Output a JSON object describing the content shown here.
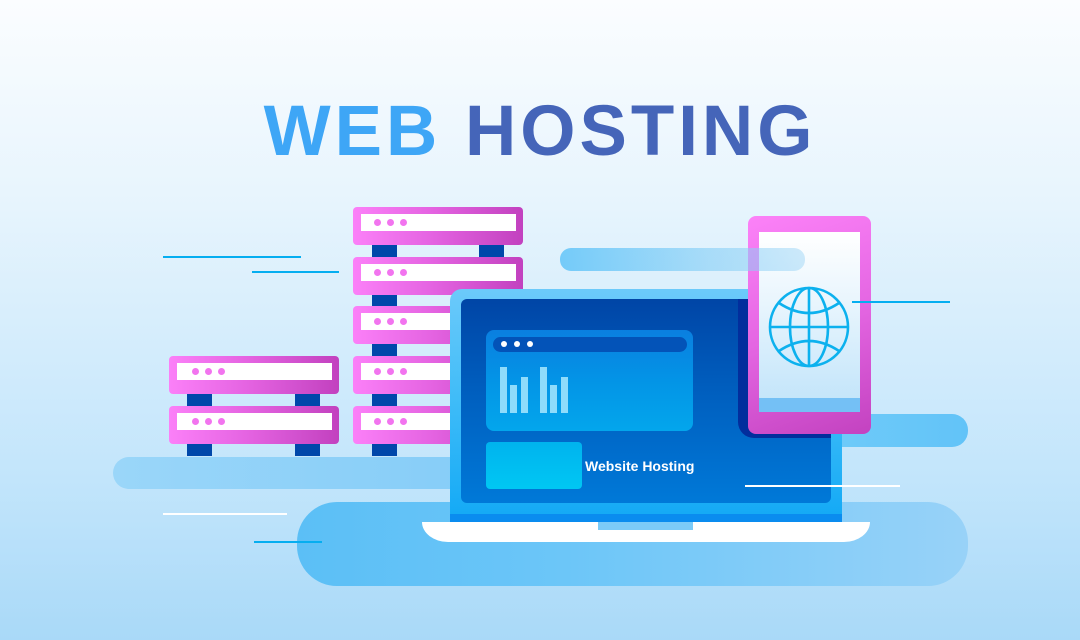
{
  "hero": {
    "title_part1": "WEB",
    "title_part2": "HOSTING"
  },
  "laptop": {
    "label": "Website Hosting",
    "browser_dots": 3,
    "chart_bars": [
      46,
      28,
      36,
      46,
      28,
      36
    ]
  },
  "servers": {
    "left_stack_units": 2,
    "right_stack_units": 5,
    "dots_per_unit": 3
  },
  "phone": {
    "icon": "globe-icon"
  },
  "colors": {
    "title_web": "#3ea6f6",
    "title_hosting": "#4565b9",
    "server_pink": "#fb80f8",
    "server_magenta": "#c241bf",
    "server_leg": "#0047aa",
    "laptop_screen": "#0045a6",
    "accent_cyan": "#05aef0",
    "background_top": "#fbfdff",
    "background_bottom": "#a9d9f8"
  }
}
